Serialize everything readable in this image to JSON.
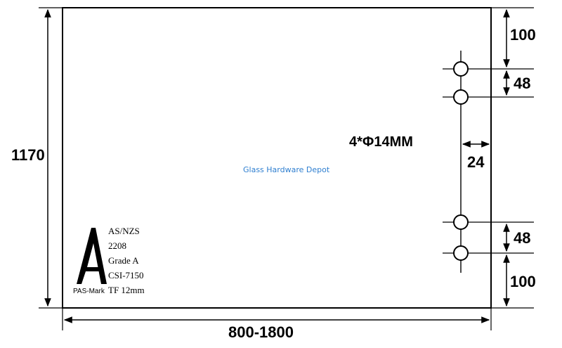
{
  "dimensions": {
    "height": "1170",
    "width": "800-1800",
    "top_offset": "100",
    "top_spacing": "48",
    "edge_distance": "24",
    "bottom_spacing": "48",
    "bottom_offset": "100"
  },
  "hole_spec": "4*Φ14MM",
  "watermark": "Glass Hardware Depot",
  "certification": {
    "mark_letter": "A",
    "mark_caption": "PAS-Mark",
    "lines": [
      "AS/NZS",
      "2208",
      "Grade A",
      "CSI-7150",
      "TF 12mm"
    ]
  }
}
